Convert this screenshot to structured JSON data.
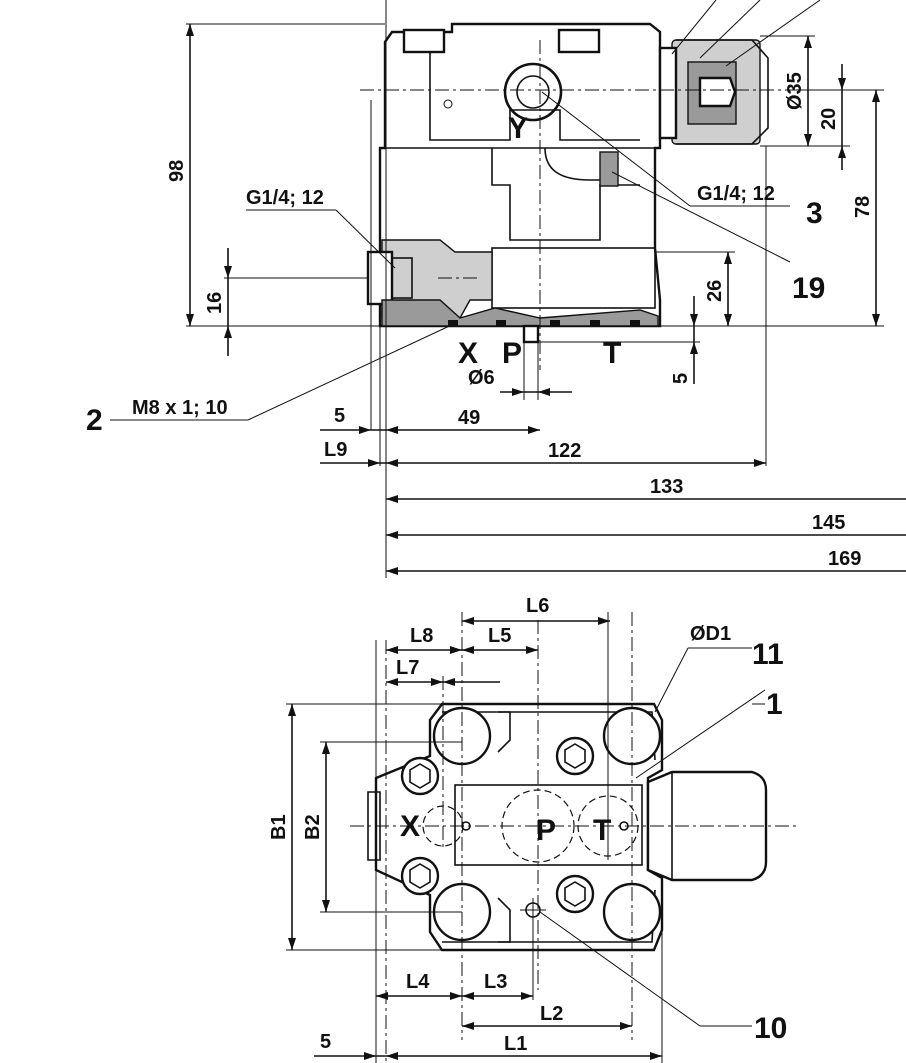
{
  "top_view": {
    "ports": [
      "Y",
      "X",
      "P",
      "T"
    ],
    "dimensions": {
      "d98": "98",
      "d16": "16",
      "d26": "26",
      "d78": "78",
      "d20": "20",
      "d35": "Ø35",
      "d5v": "5",
      "d6": "Ø6",
      "d5h": "5",
      "d49": "49",
      "dL9": "L9",
      "d122": "122",
      "d133": "133",
      "d145": "145",
      "d169": "169"
    },
    "threads": {
      "left": "G1/4; 12",
      "right": "G1/4; 12",
      "bottom": "M8 x 1; 10"
    },
    "callouts": {
      "c2": "2",
      "c3": "3",
      "c19": "19"
    }
  },
  "bottom_view": {
    "ports": [
      "X",
      "P",
      "T"
    ],
    "dimensions": {
      "L6": "L6",
      "L8": "L8",
      "L5": "L5",
      "L7": "L7",
      "D1": "ØD1",
      "B1": "B1",
      "B2": "B2",
      "L4": "L4",
      "L3": "L3",
      "L2": "L2",
      "L1": "L1",
      "d5": "5"
    },
    "callouts": {
      "c11": "11",
      "c1": "1",
      "c10": "10"
    }
  }
}
